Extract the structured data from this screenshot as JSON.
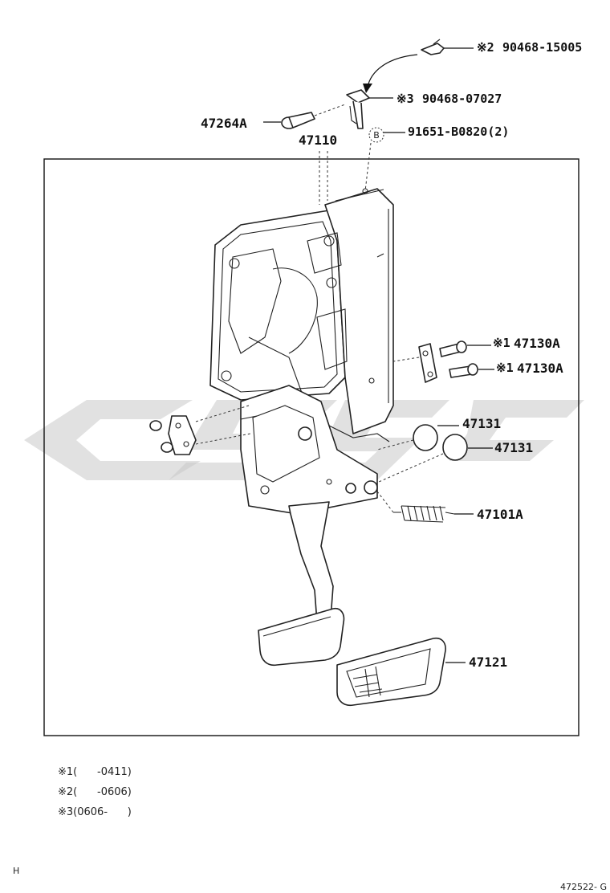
{
  "parts": {
    "clip_top": "90468-15005",
    "clip_top_mark": "※2",
    "clip_mid": "90468-07027",
    "clip_mid_mark": "※3",
    "pin": "47264A",
    "bracket": "47110",
    "bolt": "91651-B0820(2)",
    "bolt_circle": "B",
    "bolt_a": "47130A",
    "bolt_a_mark": "※1",
    "bolt_b": "47130A",
    "bolt_b_mark": "※1",
    "stopper_a": "47131",
    "stopper_b": "47131",
    "spring": "47101A",
    "pad": "47121"
  },
  "notes": [
    "※1(      -0411)",
    "※2(      -0606)",
    "※3(0606-      )"
  ],
  "corner_mark": "H",
  "figure_code": "472522- G",
  "colors": {
    "line": "#222222",
    "watermark": "#c8c8c8",
    "background": "#ffffff"
  }
}
